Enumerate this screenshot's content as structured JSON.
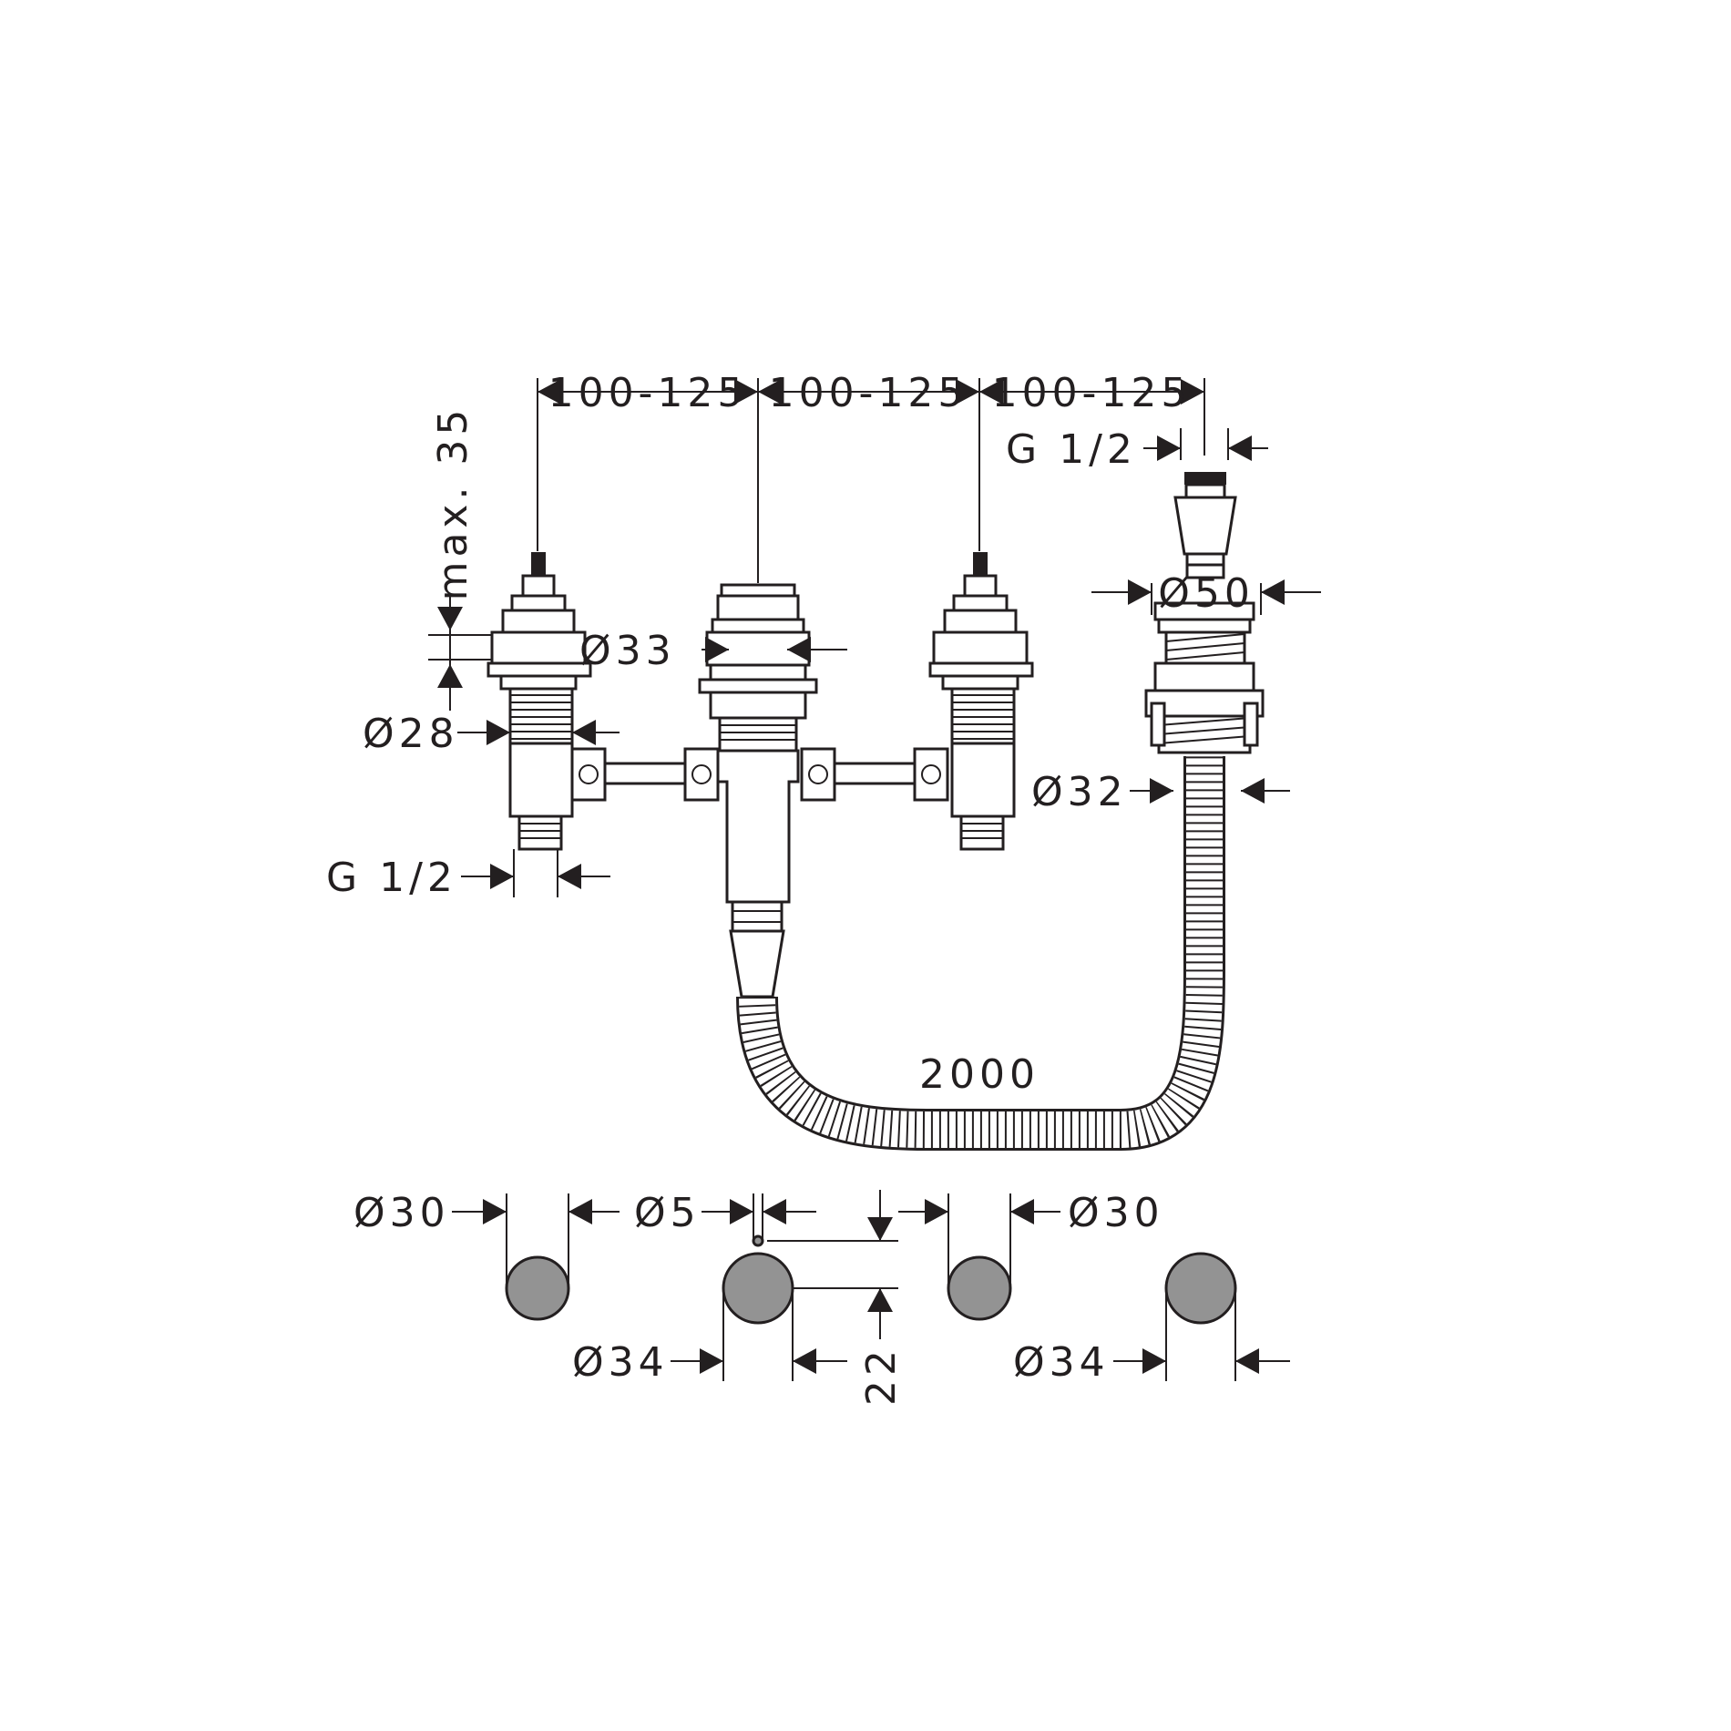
{
  "labels": {
    "top_dim_1": "100-125",
    "top_dim_2": "100-125",
    "top_dim_3": "100-125",
    "max_height": "max. 35",
    "spout_thread": "G 1/2",
    "spout_flange": "Ø50",
    "mixer_body": "Ø33",
    "valve_stem": "Ø28",
    "hose_dia": "Ø32",
    "valve_thread": "G 1/2",
    "hose_length": "2000",
    "hole_left_small": "Ø30",
    "pin_hole": "Ø5",
    "hole_right_small": "Ø30",
    "hole_mixer": "Ø34",
    "pin_offset": "22",
    "hole_spout": "Ø34"
  },
  "colors": {
    "line": "#231f20",
    "hole_fill": "#939393"
  }
}
